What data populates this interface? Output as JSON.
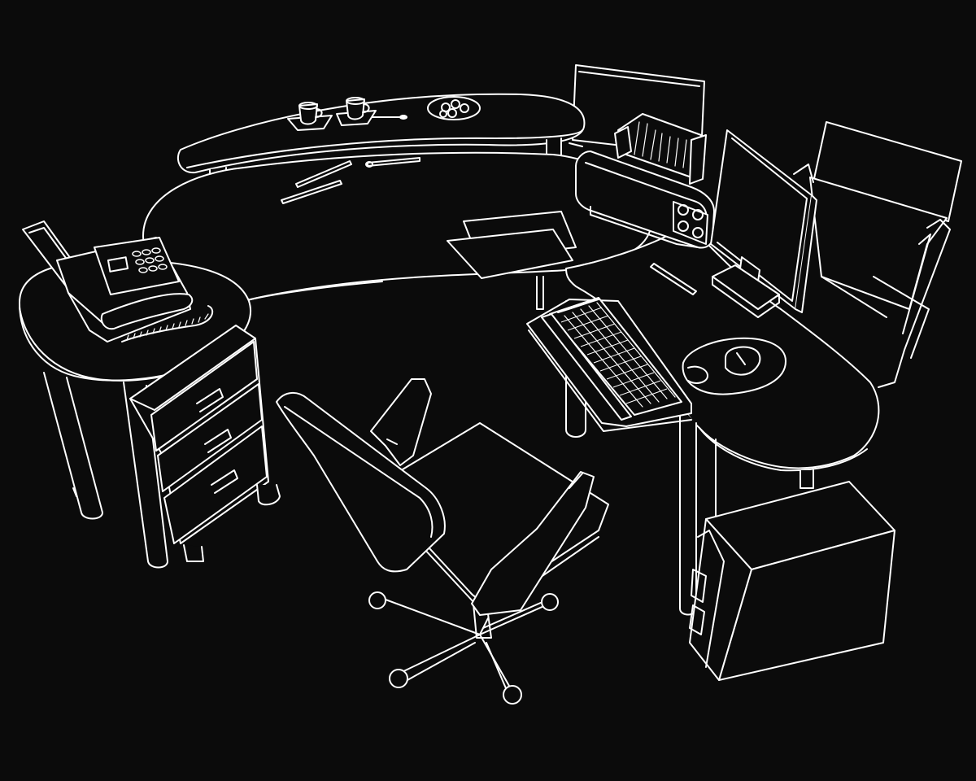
{
  "scene": {
    "background": "#0b0b0b",
    "line_color": "#ffffff",
    "style": "white line drawing on black"
  },
  "objects": {
    "desk": "desk-illustration",
    "shelf": "shelf-illustration",
    "side_table": "side-table-illustration",
    "drawer_cabinet": "drawer-cabinet-illustration",
    "fax_machine": "fax-machine-icon",
    "printer": "printer-icon",
    "monitor": "monitor-icon",
    "keyboard": "keyboard-icon",
    "mouse": "mouse-icon",
    "office_chair": "office-chair-illustration",
    "guest_chair": "guest-chair-illustration",
    "computer_tower": "computer-tower-illustration",
    "coffee_cups": "coffee-cup-icon",
    "cookie_plate": "plate-icon",
    "pens": "pen-icon",
    "papers": "paper-icon"
  }
}
